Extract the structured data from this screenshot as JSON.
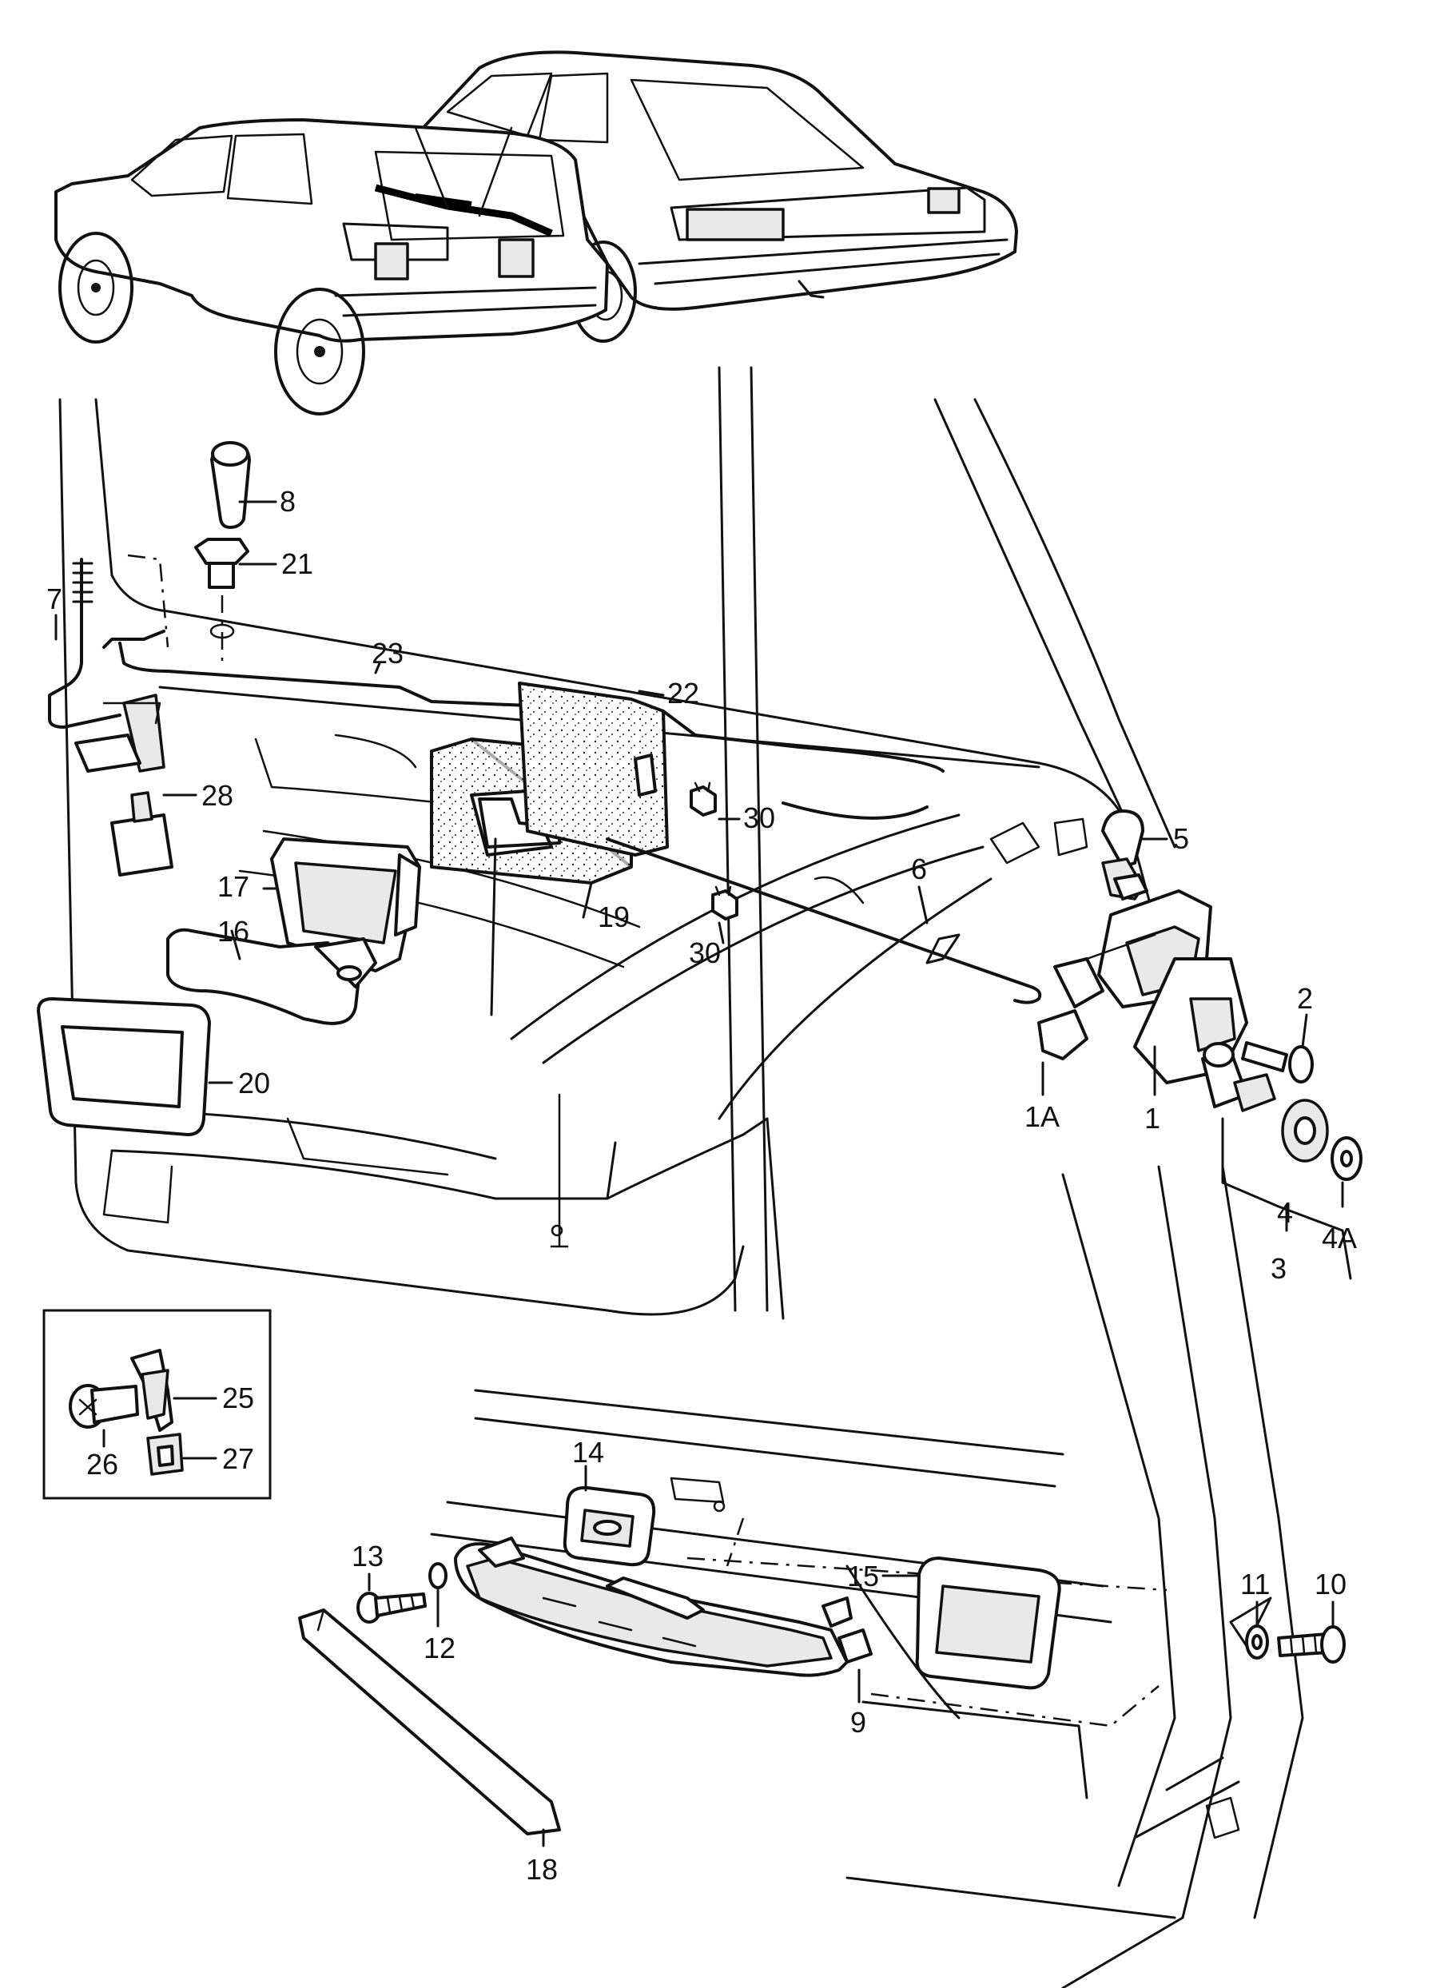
{
  "labels": {
    "p1": "1",
    "p1A": "1A",
    "p2": "2",
    "p3": "3",
    "p4": "4",
    "p4A": "4A",
    "p5": "5",
    "p6": "6",
    "p7": "7",
    "p8": "8",
    "p9": "9",
    "p10": "10",
    "p11": "11",
    "p12": "12",
    "p13": "13",
    "p14": "14",
    "p15": "15",
    "p16": "16",
    "p17": "17",
    "p18": "18",
    "p19": "19",
    "p20": "20",
    "p21": "21",
    "p22": "22",
    "p23": "23",
    "p25": "25",
    "p26": "26",
    "p27": "27",
    "p28": "28",
    "p30a": "30",
    "p30b": "30"
  },
  "colors": {
    "line": "#111111",
    "background": "#ffffff",
    "part_fill": "#e9e9e9"
  }
}
